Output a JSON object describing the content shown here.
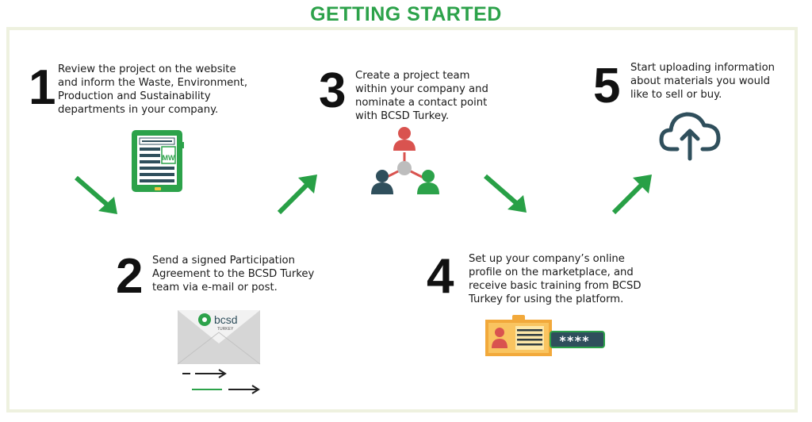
{
  "title": "GETTING STARTED",
  "colors": {
    "accent": "#2ca24a",
    "arrow": "#28a046"
  },
  "steps": [
    {
      "number": "1",
      "lines": [
        "Review the project on the website",
        "and inform the Waste, Environment,",
        "Production and Sustainability",
        "departments in your company."
      ],
      "icon": "tablet-icon",
      "icon_text": "MW"
    },
    {
      "number": "2",
      "lines": [
        "Send a signed Participation",
        "Agreement to the BCSD Turkey",
        "team via e-mail or post."
      ],
      "icon": "envelope-icon",
      "logo_text": "bcsd",
      "logo_sub": "TURKEY"
    },
    {
      "number": "3",
      "lines": [
        "Create a project team",
        "within your company and",
        "nominate a contact point",
        "with BCSD Turkey."
      ],
      "icon": "team-network-icon"
    },
    {
      "number": "4",
      "lines": [
        "Set up your company’s online",
        "profile on the marketplace, and",
        "receive basic training from BCSD",
        "Turkey for using the platform."
      ],
      "icon": "id-card-icon",
      "password_text": "****"
    },
    {
      "number": "5",
      "lines": [
        "Start uploading information",
        "about materials you would",
        "like to sell or buy."
      ],
      "icon": "cloud-upload-icon"
    }
  ]
}
